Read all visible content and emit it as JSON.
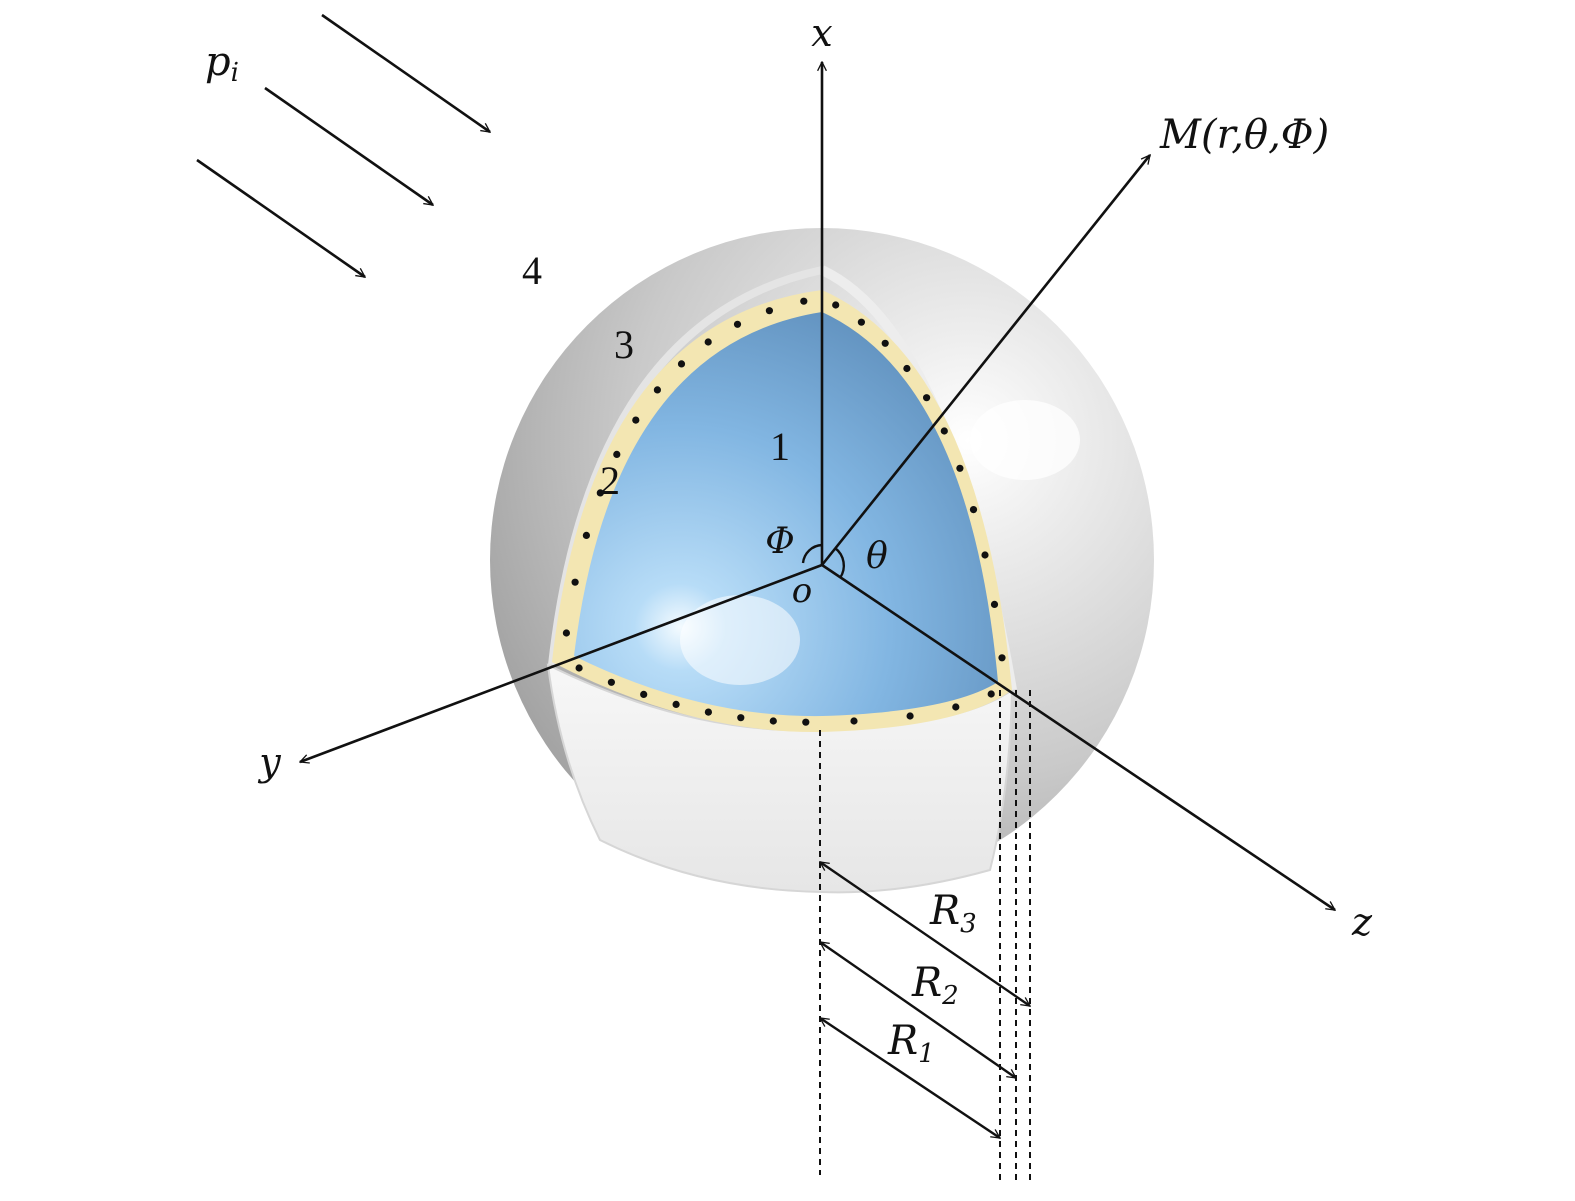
{
  "axes": {
    "x": "x",
    "y": "y",
    "z": "z",
    "origin": "o"
  },
  "point": "M(r,θ,Φ)",
  "angles": {
    "theta": "θ",
    "phi": "Φ"
  },
  "load": {
    "symbol": "p",
    "subscript": "i"
  },
  "regions": [
    "1",
    "2",
    "3",
    "4"
  ],
  "radii": [
    {
      "symbol": "R",
      "subscript": "3"
    },
    {
      "symbol": "R",
      "subscript": "2"
    },
    {
      "symbol": "R",
      "subscript": "1"
    }
  ],
  "colors": {
    "core": "#8dbfe8",
    "coating": "#f3e6b2",
    "shell": "#d9d9d9",
    "ink": "#111111"
  }
}
